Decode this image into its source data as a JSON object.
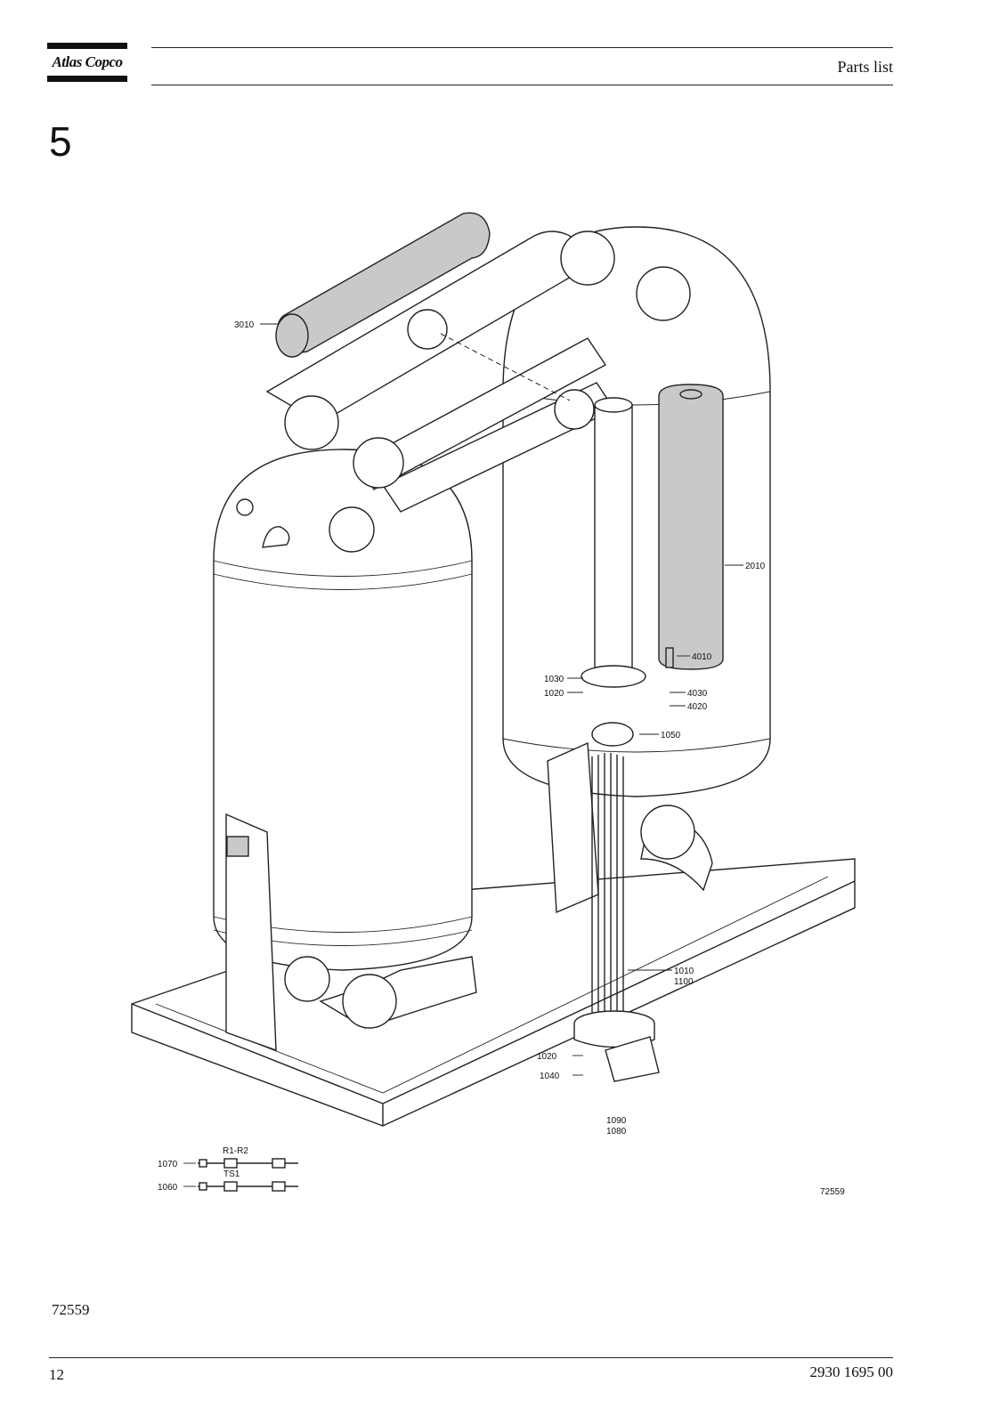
{
  "header": {
    "logo_text": "Atlas Copco",
    "section_title": "Parts list"
  },
  "chapter_number": "5",
  "drawing": {
    "drawing_number": "72559",
    "callouts": {
      "c3010": "3010",
      "c2010": "2010",
      "c4010": "4010",
      "c1030": "1030",
      "c4030": "4030",
      "c1020a": "1020",
      "c4020": "4020",
      "c1050": "1050",
      "c1010": "1010",
      "c1100": "1100",
      "c1020b": "1020",
      "c1040": "1040",
      "c1090": "1090",
      "c1080": "1080",
      "c1070": "1070",
      "c1060": "1060",
      "cR1R2": "R1-R2",
      "cTS1": "TS1"
    }
  },
  "figure_label": "72559",
  "footer": {
    "page_number": "12",
    "document_number": "2930 1695 00"
  }
}
